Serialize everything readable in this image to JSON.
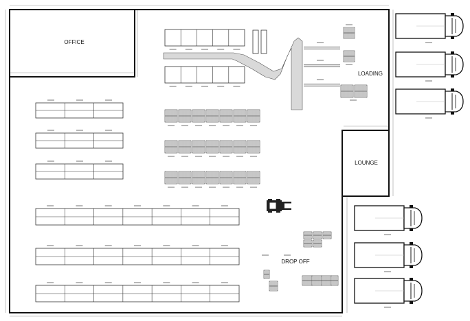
{
  "rooms": {
    "office": "OFFICE",
    "loading": "LOADING",
    "lounge": "LOUNGE",
    "drop_off": "DROP OFF"
  },
  "colors": {
    "wall": "#111111",
    "rack_fill": "#ffffff",
    "pallet_fill": "#6e6e6e",
    "dimension": "#9a9a9a",
    "background": "#ffffff"
  }
}
